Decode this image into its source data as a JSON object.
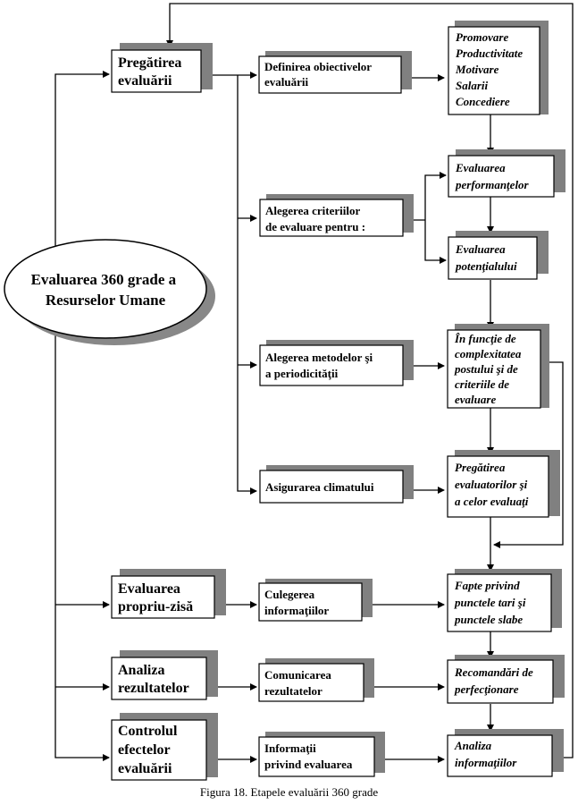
{
  "nodes": {
    "central": {
      "lines": [
        "Evaluarea 360 grade a",
        "Resurselor Umane"
      ]
    },
    "pregatirea": {
      "lines": [
        "Pregătirea",
        "evaluării"
      ]
    },
    "propriu_zisa": {
      "lines": [
        "Evaluarea",
        "propriu-zisă"
      ]
    },
    "analiza": {
      "lines": [
        "Analiza",
        "rezultatelor"
      ]
    },
    "controlul": {
      "lines": [
        "Controlul",
        "efectelor",
        "evaluării"
      ]
    },
    "definirea": {
      "lines": [
        "Definirea obiectivelor",
        "evaluării"
      ]
    },
    "alegerea_criteriilor": {
      "lines": [
        "Alegerea criteriilor",
        "de evaluare pentru :"
      ]
    },
    "alegerea_metodelor": {
      "lines": [
        "Alegerea metodelor şi",
        "a periodicităţii"
      ]
    },
    "asigurarea": {
      "lines": [
        "Asigurarea climatului"
      ]
    },
    "culegerea": {
      "lines": [
        "Culegerea",
        "informaţiilor"
      ]
    },
    "comunicarea": {
      "lines": [
        "Comunicarea",
        "rezultatelor"
      ]
    },
    "informatii": {
      "lines": [
        "Informaţii",
        "privind evaluarea"
      ]
    },
    "obiective_list": {
      "lines": [
        "Promovare",
        "Productivitate",
        "Motivare",
        "Salarii",
        "Concediere"
      ]
    },
    "eval_performante": {
      "lines": [
        "Evaluarea",
        "performanţelor"
      ]
    },
    "eval_potential": {
      "lines": [
        "Evaluarea",
        "potenţialului"
      ]
    },
    "in_functie": {
      "lines": [
        "În funcţie de",
        "complexitatea",
        "postului şi de",
        "criteriile de",
        "evaluare"
      ]
    },
    "pregatirea_evaluatorilor": {
      "lines": [
        "Pregătirea",
        "evaluatorilor şi",
        "a celor evaluaţi"
      ]
    },
    "fapte": {
      "lines": [
        "Fapte privind",
        "punctele tari şi",
        "punctele slabe"
      ]
    },
    "recomandari": {
      "lines": [
        "Recomandări de",
        "perfecţionare"
      ]
    },
    "analiza_informatiilor": {
      "lines": [
        "Analiza",
        "informaţiilor"
      ]
    }
  },
  "caption": "Figura 18. Etapele evaluării 360 grade"
}
